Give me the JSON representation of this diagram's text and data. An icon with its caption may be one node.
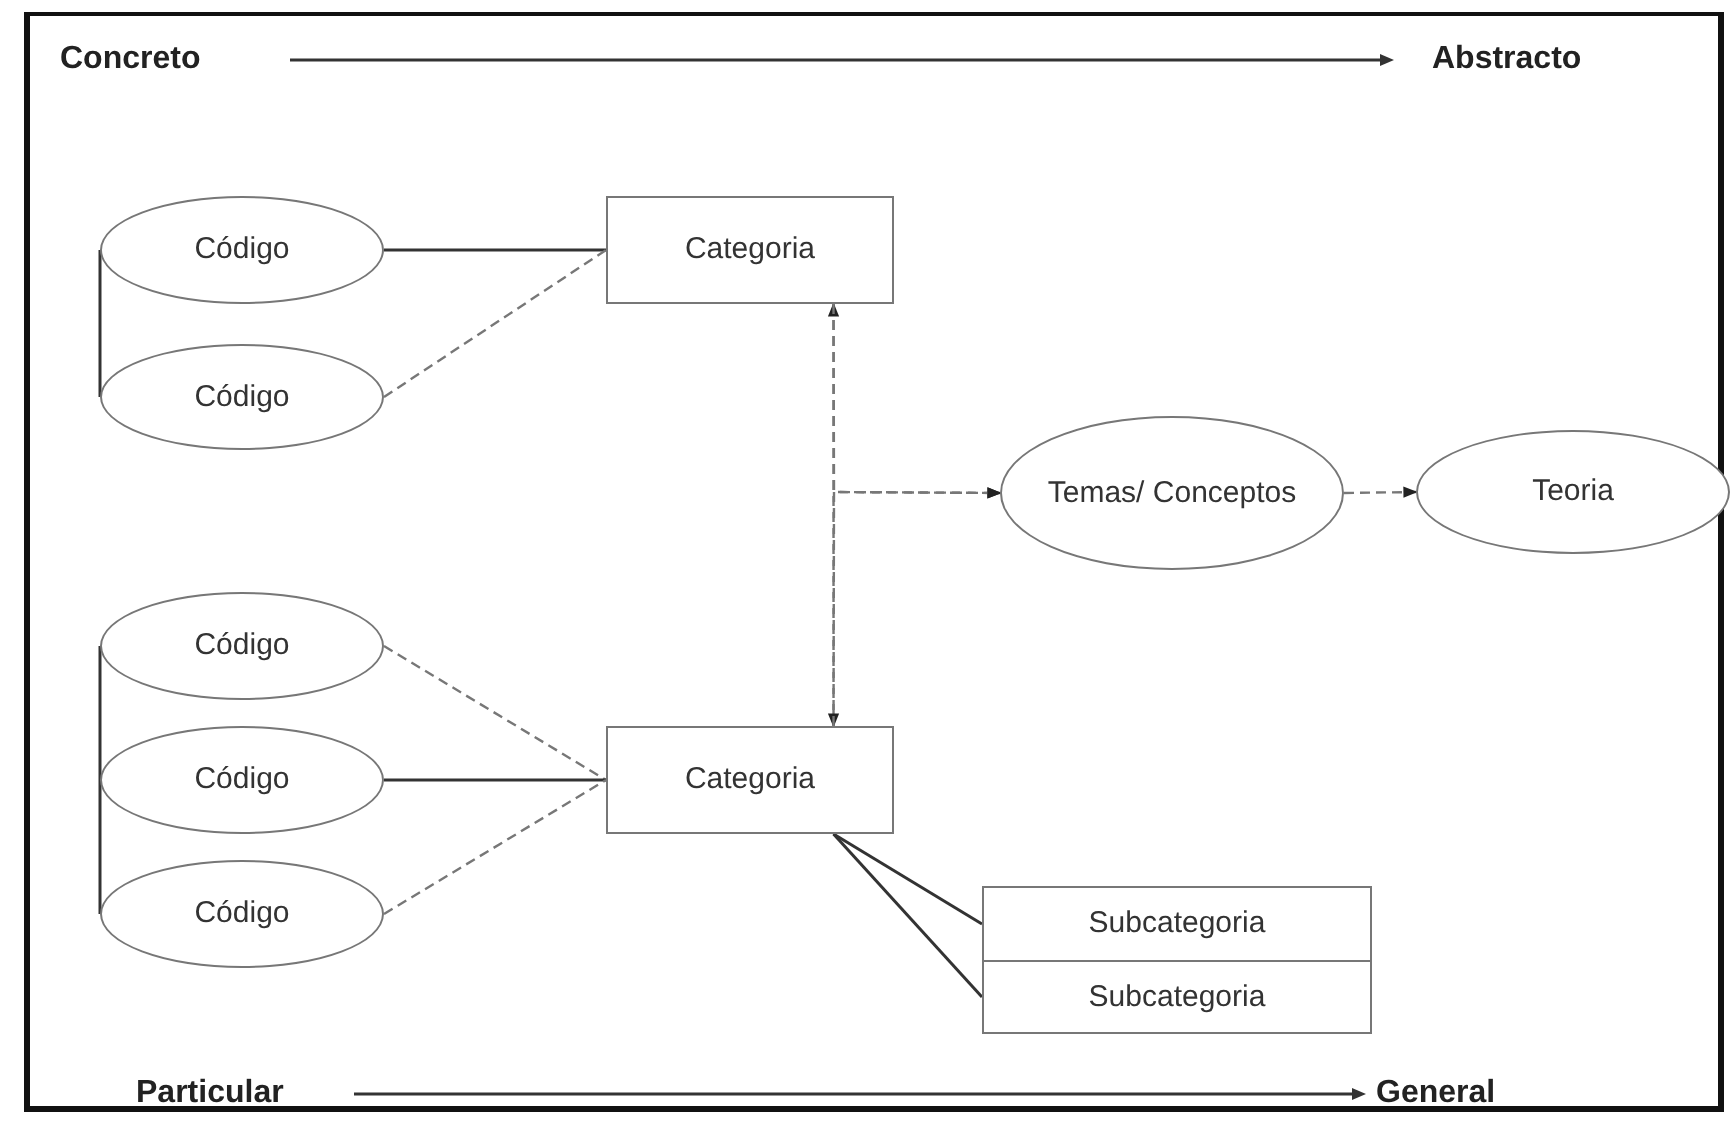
{
  "diagram": {
    "nodes": [
      {
        "text": [
          "Código"
        ]
      },
      {
        "text": [
          "Código"
        ]
      },
      {
        "text": [
          "Categoria"
        ]
      },
      {
        "text": [
          "Código"
        ]
      },
      {
        "text": [
          "Código"
        ]
      },
      {
        "text": [
          "Código"
        ]
      },
      {
        "text": [
          "Categoria"
        ]
      },
      {
        "text": [
          "Temas/ Conceptos"
        ]
      },
      {
        "text": [
          "Teoria"
        ]
      },
      {
        "text": [
          "Subcategoria"
        ]
      },
      {
        "text": [
          "Subcategoria"
        ]
      }
    ],
    "edges": [
      {
        "from": 0,
        "to": 2,
        "arrow": "none"
      },
      {
        "from": 1,
        "to": 2,
        "arrow": "none",
        "style": "dashed"
      },
      {
        "from": 0,
        "to": 1,
        "arrow": "none"
      },
      {
        "from": 3,
        "to": 6,
        "arrow": "none",
        "style": "dashed"
      },
      {
        "from": 4,
        "to": 6,
        "arrow": "none"
      },
      {
        "from": 5,
        "to": 6,
        "arrow": "none",
        "style": "dashed"
      },
      {
        "from": 3,
        "to": 4,
        "arrow": "none"
      },
      {
        "from": 4,
        "to": 5,
        "arrow": "none"
      },
      {
        "from": 2,
        "to": 6,
        "arrow": "both",
        "style": "dashed"
      },
      {
        "from": 2,
        "to": 7,
        "arrow": "to",
        "style": "dashed"
      },
      {
        "from": 6,
        "to": 7,
        "arrow": "to",
        "style": "dashed"
      },
      {
        "from": 7,
        "to": 8,
        "arrow": "to",
        "style": "dashed"
      },
      {
        "from": 6,
        "to": 9,
        "arrow": "none"
      },
      {
        "from": 6,
        "to": 10,
        "arrow": "none"
      }
    ],
    "labels": [
      "Concreto",
      "Abstracto",
      "Particular",
      "General"
    ]
  }
}
